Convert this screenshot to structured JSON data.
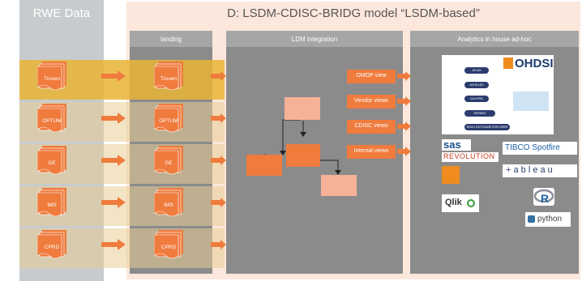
{
  "titles": {
    "rwe": "RWE Data",
    "main": "D: LSDM-CDISC-BRIDG model “LSDM-based”",
    "landing": "landing",
    "ldm": "LDM integration",
    "analytics": "Analytics in house ad-hoc"
  },
  "sources": [
    "Truven",
    "OPTUM",
    "GE",
    "IMS",
    "CPRD"
  ],
  "views": [
    "OMOP view",
    "Vendor views",
    "CDISC views",
    "Internal views"
  ],
  "logos": {
    "ohdsi": "OHDSI",
    "sas": "sas",
    "revolution": "REVOLUTION",
    "tibco": "TIBCO Spotfire",
    "tableau": "+ a b l e a u",
    "qlik": "Qlik",
    "python": "python"
  },
  "ohdsi_tools": [
    "ATLAS",
    "ACHILLES",
    "CALYPSO",
    "HERMES",
    "DRUG EXPOSURE EXPLORER"
  ],
  "colors": {
    "orange": "#ef7b3d",
    "light_orange": "#f6b196",
    "highlight": "#e9b436",
    "panel_bg": "#fce7dc",
    "grey_col": "#8b8b8b"
  }
}
